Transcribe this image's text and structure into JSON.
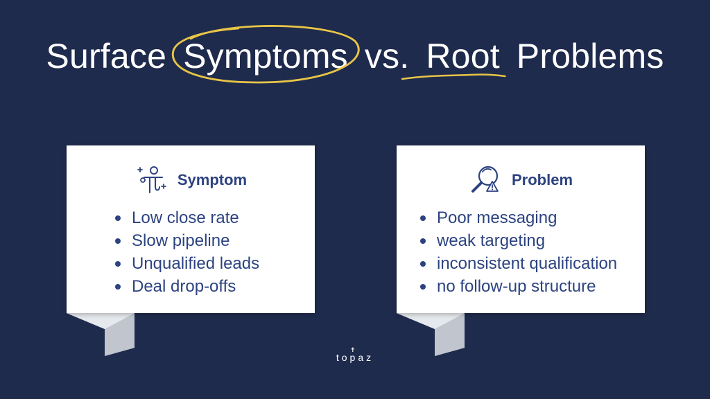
{
  "title": {
    "word1": "Surface",
    "word2": "Symptoms",
    "word3": "vs.",
    "word4": "Root",
    "word5": "Problems",
    "highlight_color": "#e8c547"
  },
  "cards": {
    "symptom": {
      "heading": "Symptom",
      "icon": "person-sparkle-icon",
      "items": [
        "Low close rate",
        "Slow pipeline",
        "Unqualified leads",
        "Deal drop-offs"
      ]
    },
    "problem": {
      "heading": "Problem",
      "icon": "magnifier-warning-icon",
      "items": [
        "Poor messaging",
        "weak targeting",
        "inconsistent qualification",
        "no follow-up structure"
      ]
    }
  },
  "brand": {
    "name": "topaz"
  },
  "colors": {
    "background": "#1f2b4d",
    "card": "#ffffff",
    "text_accent": "#2c4380"
  }
}
